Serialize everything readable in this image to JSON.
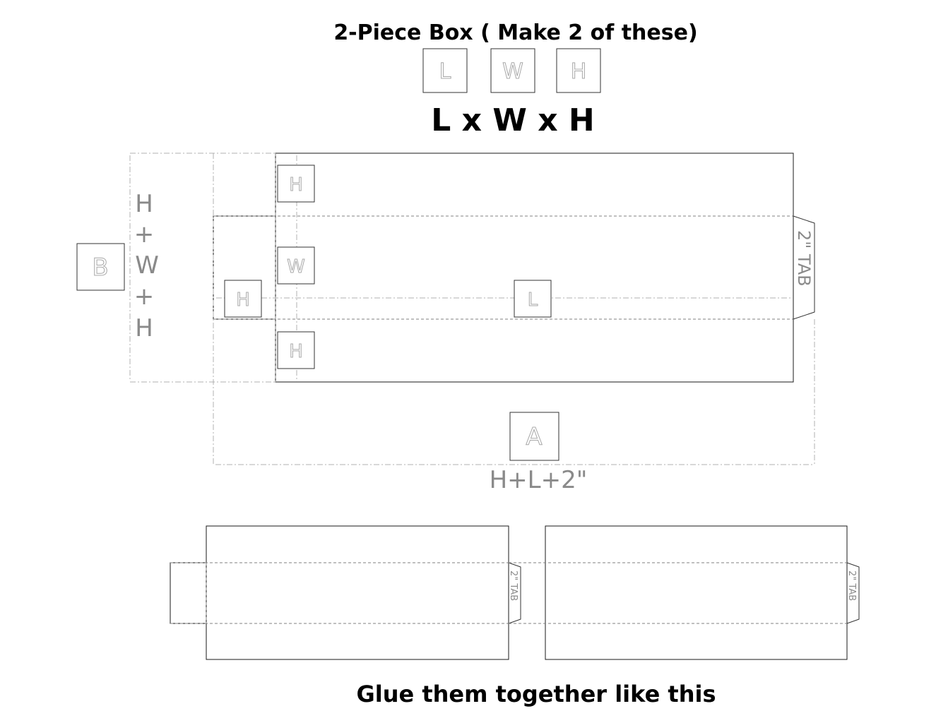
{
  "header": {
    "title": "2-Piece Box ( Make 2 of these)",
    "dimension_keys": [
      "L",
      "W",
      "H"
    ],
    "formula": "L x W x H"
  },
  "template": {
    "panel_labels": {
      "top": "H",
      "middle": "W",
      "bottom": "H",
      "side_flap": "H",
      "length": "L"
    },
    "tab_label": "2\" TAB",
    "height_dimension": [
      "H",
      "+",
      "W",
      "+",
      "H"
    ],
    "height_key": "B",
    "width_key": "A",
    "width_dimension": "H+L+2\""
  },
  "assembly": {
    "tab_label": "2\" TAB",
    "caption": "Glue them together like this"
  }
}
